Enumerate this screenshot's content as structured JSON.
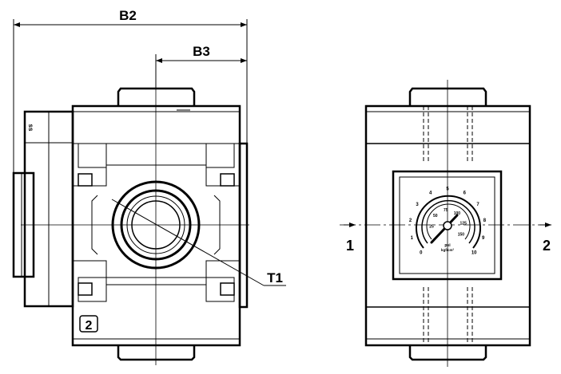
{
  "dimensions": {
    "b2": "B2",
    "b3": "B3",
    "t1": "T1"
  },
  "left_view": {
    "port_badge": "2"
  },
  "right_view": {
    "inlet_label": "1",
    "outlet_label": "2",
    "gauge": {
      "bar_scale": [
        "0",
        "1",
        "2",
        "3",
        "4",
        "5",
        "6",
        "7",
        "8",
        "9",
        "10"
      ],
      "psi_scale": [
        "25",
        "50",
        "75",
        "100",
        "125",
        "150"
      ],
      "unit_psi": "psi",
      "unit_kgf": "kgf/cm²"
    }
  }
}
